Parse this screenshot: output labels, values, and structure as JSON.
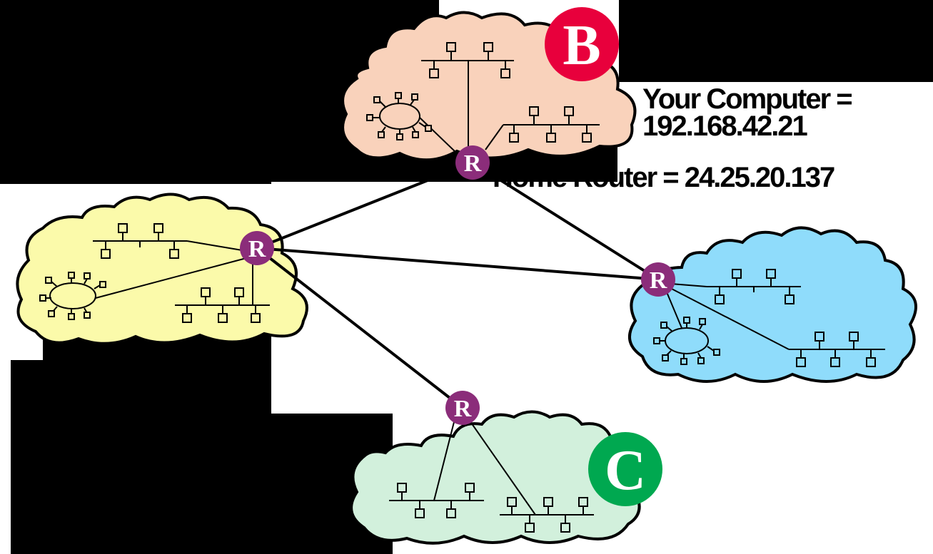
{
  "annotations": {
    "your_computer_line1": "Your Computer =",
    "your_computer_line2": "192.168.42.21",
    "home_router": "Home Router = 24.25.20.137"
  },
  "badges": {
    "b": {
      "letter": "B",
      "color": "#e8003c"
    },
    "c": {
      "letter": "C",
      "color": "#00a850"
    }
  },
  "router_letter": "R",
  "colors": {
    "background": "#000000",
    "router": "#8b2d7a",
    "cloud_top": "#f9d2bb",
    "cloud_left": "#fbfaaa",
    "cloud_right": "#8fdcfb",
    "cloud_bottom": "#d2f0dc"
  }
}
